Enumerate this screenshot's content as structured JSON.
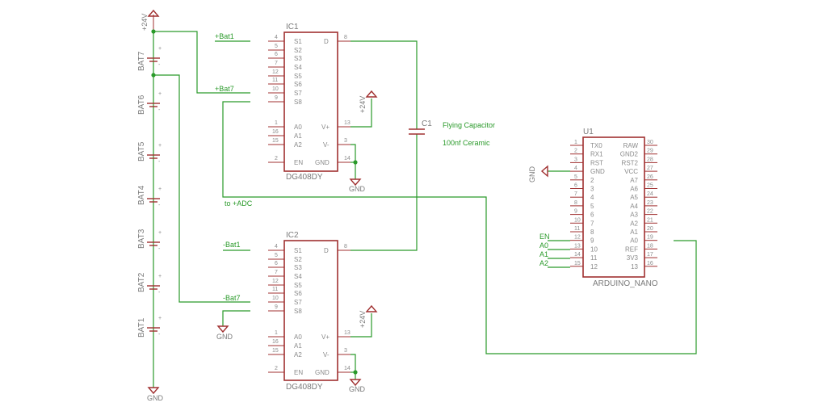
{
  "ic1": {
    "ref": "IC1",
    "value": "DG408DY",
    "left_pins": [
      {
        "num": "4",
        "name": "S1"
      },
      {
        "num": "5",
        "name": "S2"
      },
      {
        "num": "6",
        "name": "S3"
      },
      {
        "num": "7",
        "name": "S4"
      },
      {
        "num": "12",
        "name": "S5"
      },
      {
        "num": "11",
        "name": "S6"
      },
      {
        "num": "10",
        "name": "S7"
      },
      {
        "num": "9",
        "name": "S8"
      },
      {
        "num": "1",
        "name": "A0"
      },
      {
        "num": "16",
        "name": "A1"
      },
      {
        "num": "15",
        "name": "A2"
      },
      {
        "num": "2",
        "name": "EN"
      }
    ],
    "right_pins": [
      {
        "num": "8",
        "name": "D"
      },
      {
        "num": "13",
        "name": "V+"
      },
      {
        "num": "3",
        "name": "V-"
      },
      {
        "num": "14",
        "name": "GND"
      }
    ]
  },
  "ic2": {
    "ref": "IC2",
    "value": "DG408DY",
    "left_pins": [
      {
        "num": "4",
        "name": "S1"
      },
      {
        "num": "5",
        "name": "S2"
      },
      {
        "num": "6",
        "name": "S3"
      },
      {
        "num": "7",
        "name": "S4"
      },
      {
        "num": "12",
        "name": "S5"
      },
      {
        "num": "11",
        "name": "S6"
      },
      {
        "num": "10",
        "name": "S7"
      },
      {
        "num": "9",
        "name": "S8"
      },
      {
        "num": "1",
        "name": "A0"
      },
      {
        "num": "16",
        "name": "A1"
      },
      {
        "num": "15",
        "name": "A2"
      },
      {
        "num": "2",
        "name": "EN"
      }
    ],
    "right_pins": [
      {
        "num": "8",
        "name": "D"
      },
      {
        "num": "13",
        "name": "V+"
      },
      {
        "num": "3",
        "name": "V-"
      },
      {
        "num": "14",
        "name": "GND"
      }
    ]
  },
  "u1": {
    "ref": "U1",
    "value": "ARDUINO_NANO",
    "left_pins": [
      {
        "num": "1",
        "name": "TX0"
      },
      {
        "num": "2",
        "name": "RX1"
      },
      {
        "num": "3",
        "name": "RST"
      },
      {
        "num": "4",
        "name": "GND"
      },
      {
        "num": "5",
        "name": "2"
      },
      {
        "num": "6",
        "name": "3"
      },
      {
        "num": "7",
        "name": "4"
      },
      {
        "num": "8",
        "name": "5"
      },
      {
        "num": "9",
        "name": "6"
      },
      {
        "num": "10",
        "name": "7"
      },
      {
        "num": "11",
        "name": "8"
      },
      {
        "num": "12",
        "name": "9"
      },
      {
        "num": "13",
        "name": "10"
      },
      {
        "num": "14",
        "name": "11"
      },
      {
        "num": "15",
        "name": "12"
      }
    ],
    "right_pins": [
      {
        "num": "30",
        "name": "RAW"
      },
      {
        "num": "29",
        "name": "GND2"
      },
      {
        "num": "28",
        "name": "RST2"
      },
      {
        "num": "27",
        "name": "VCC"
      },
      {
        "num": "26",
        "name": "A7"
      },
      {
        "num": "25",
        "name": "A6"
      },
      {
        "num": "24",
        "name": "A5"
      },
      {
        "num": "23",
        "name": "A4"
      },
      {
        "num": "22",
        "name": "A3"
      },
      {
        "num": "21",
        "name": "A2"
      },
      {
        "num": "20",
        "name": "A1"
      },
      {
        "num": "19",
        "name": "A0"
      },
      {
        "num": "18",
        "name": "REF"
      },
      {
        "num": "17",
        "name": "3V3"
      },
      {
        "num": "16",
        "name": "13"
      }
    ]
  },
  "batteries": [
    "BAT7",
    "BAT6",
    "BAT5",
    "BAT4",
    "BAT3",
    "BAT2",
    "BAT1"
  ],
  "capacitor": {
    "ref": "C1",
    "note1": "Flying Capacitor",
    "note2": "100nf Ceramic"
  },
  "power": {
    "supply": "+24V",
    "ground": "GND"
  },
  "nets": {
    "bat1_pos": "+Bat1",
    "bat7_pos": "+Bat7",
    "bat1_neg": "-Bat1",
    "bat7_neg": "-Bat7",
    "adc": "to +ADC",
    "en": "EN",
    "a0": "A0",
    "a1": "A1",
    "a2": "A2"
  },
  "colors": {
    "symbol": "#a03030",
    "wire": "#2a9a2a",
    "text": "#7a7a7a"
  }
}
